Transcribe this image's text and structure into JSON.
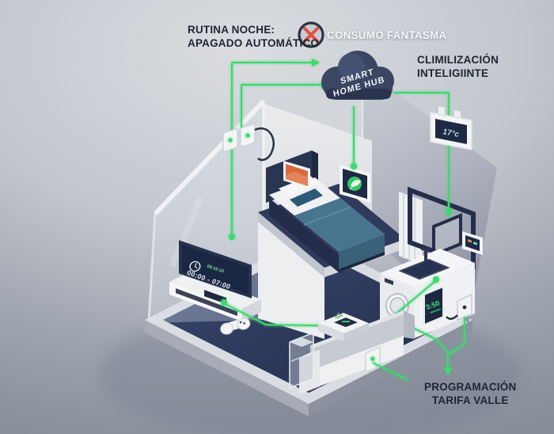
{
  "annotations": {
    "night_routine_line1": "RUTINA NOCHE:",
    "night_routine_line2": "APAGADO AUTOMÁTICO",
    "phantom_label": "CONSUMO FANTASMA",
    "climate_line1": "CLIMILIZACIÓN",
    "climate_line2": "INTELIGIINTE",
    "offpeak_line1": "PROGRAMACIÓN",
    "offpeak_line2": "TARIFA VALLE"
  },
  "hub": {
    "label_line1": "SMART",
    "label_line2": "HOME HUB"
  },
  "devices": {
    "thermostat_reading": "17°c",
    "tv_status": "08:15:10",
    "tv_schedule": "00:00 - 07:00",
    "washer_timer": "3:50"
  },
  "colors": {
    "connection_green": "#3dd86e",
    "alert_red": "#e0523f",
    "cloud_navy": "#3a4662",
    "screen_navy": "#1e2942",
    "floor_navy": "#2e3a59"
  }
}
